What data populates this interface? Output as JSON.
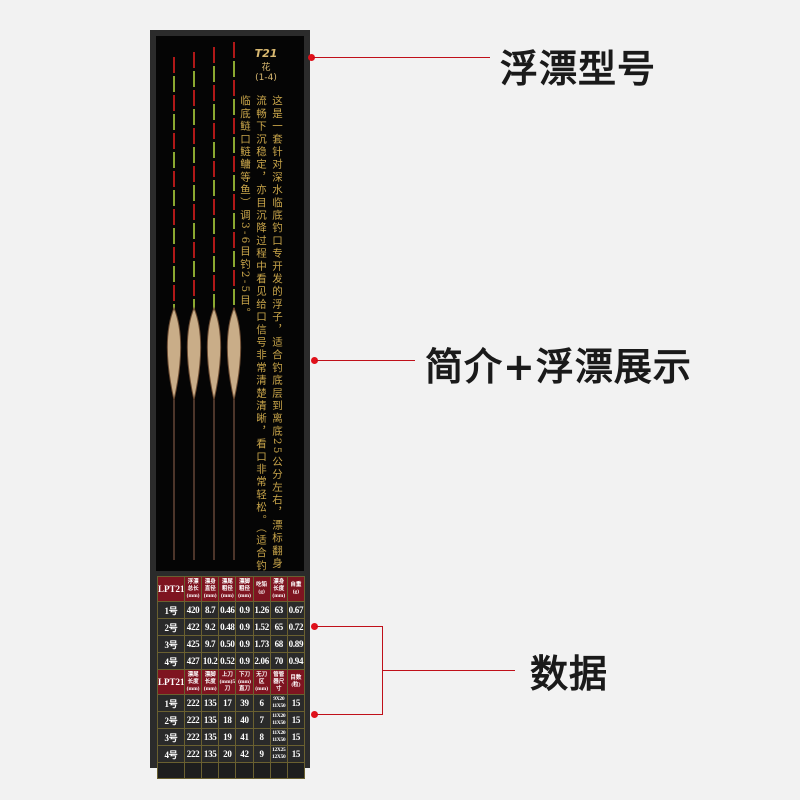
{
  "labels": {
    "model": "浮漂型号",
    "intro": "简介+浮漂展示",
    "data": "数据"
  },
  "float_model": {
    "name": "T21",
    "sub1": "花",
    "sub2": "(1-4)"
  },
  "intro_columns": [
    "这是一套针对深水临底钓口专开发的浮子，适合钓底层到离底25公分左右，漂标翻身",
    "流畅下沉稳定，亦目沉降过程中看见给口信号非常清楚清晰，看口非常轻松。（适合钓",
    "临底鲢口鲢鳙等鱼）调3-6目钓2-5目。"
  ],
  "table1": {
    "headers": [
      "LPT21",
      "浮漂总长(mm)",
      "漂身直径(mm)",
      "漂尾粗径(mm)",
      "漂脚粗径(mm)",
      "吃铅(g)",
      "漂身长度(mm)",
      "自重(g)"
    ],
    "rows": [
      [
        "1号",
        "420",
        "8.7",
        "0.46",
        "0.9",
        "1.26",
        "63",
        "0.67"
      ],
      [
        "2号",
        "422",
        "9.2",
        "0.48",
        "0.9",
        "1.52",
        "65",
        "0.72"
      ],
      [
        "3号",
        "425",
        "9.7",
        "0.50",
        "0.9",
        "1.73",
        "68",
        "0.89"
      ],
      [
        "4号",
        "427",
        "10.2",
        "0.52",
        "0.9",
        "2.06",
        "70",
        "0.94"
      ]
    ]
  },
  "table2": {
    "headers": [
      "LPT21",
      "漂尾长度(mm)",
      "漂脚长度(mm)",
      "上刀(mm)5刀",
      "下刀(mm)直刀",
      "无刀区(mm)",
      "管管器尺寸",
      "目数(粒)"
    ],
    "rows": [
      [
        "1号",
        "222",
        "135",
        "17",
        "39",
        "6",
        "9X20 11X50",
        "15"
      ],
      [
        "2号",
        "222",
        "135",
        "18",
        "40",
        "7",
        "11X20 11X50",
        "15"
      ],
      [
        "3号",
        "222",
        "135",
        "19",
        "41",
        "8",
        "11X20 11X50",
        "15"
      ],
      [
        "4号",
        "222",
        "135",
        "20",
        "42",
        "9",
        "12X25 12X50",
        "15"
      ]
    ]
  },
  "colors": {
    "accent": "#c0101a",
    "header": "#7e1420",
    "text_gold": "#c9a54a"
  }
}
